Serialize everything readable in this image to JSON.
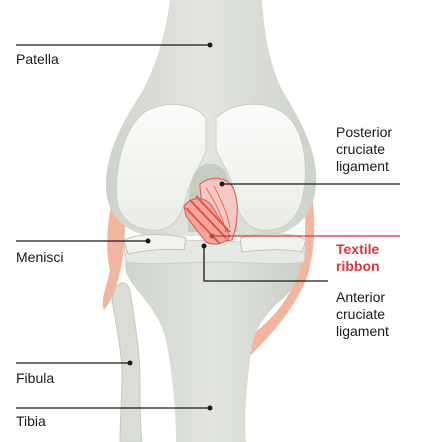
{
  "colors": {
    "bone_fill": "#d9ddd6",
    "bone_light": "#e8ebe5",
    "bone_shadow": "#c4c9c1",
    "cartilage": "#f1f3ef",
    "cartilage_edge": "#c9cec6",
    "soft_tissue": "#f2b6a0",
    "ligament_red": "#e0534f",
    "ligament_pink": "#f5c9c2",
    "leader_dark": "#1a1a1a",
    "accent_red": "#d9363e",
    "text": "#1a1a1a"
  },
  "labels": {
    "patella": "Patella",
    "posterior": "Posterior\ncruciate\nligament",
    "textile": "Textile\nribbon",
    "menisci": "Menisci",
    "anterior": "Anterior\ncruciate\nligament",
    "fibula": "Fibula",
    "tibia": "Tibia"
  }
}
